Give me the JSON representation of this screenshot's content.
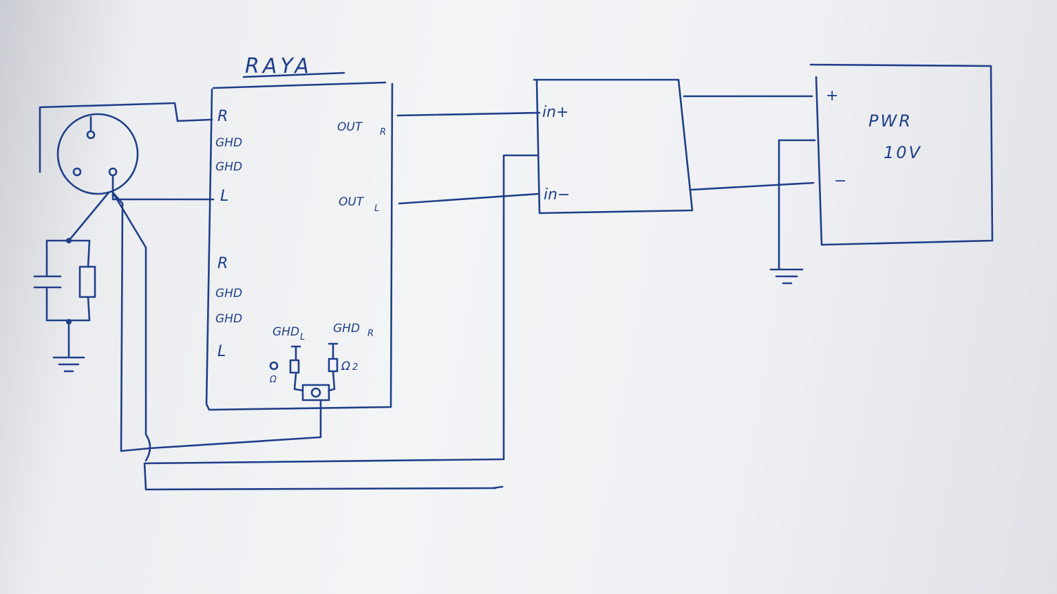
{
  "title": "RAYA",
  "raya": {
    "left_pins_top": [
      "R",
      "GHD",
      "GHD",
      "L"
    ],
    "left_pins_bottom": [
      "R",
      "GHD",
      "GHD",
      "L"
    ],
    "out_r": "OUT",
    "out_r_sub": "R",
    "out_l": "OUT",
    "out_l_sub": "L",
    "gnd_l": "GHD",
    "gnd_l_sub": "L",
    "gnd_r": "GHD",
    "gnd_r_sub": "R",
    "jumper_left_label": "Ω",
    "jumper_right_label": "Ω",
    "jumper_right_suffix": "2"
  },
  "amp": {
    "in_plus": "in+",
    "in_minus": "in−"
  },
  "psu": {
    "label": "PWR",
    "voltage": "10V",
    "plus": "+",
    "minus": "−"
  },
  "colors": {
    "ink": "#1e3f8a",
    "paper": "#eff0f3"
  }
}
